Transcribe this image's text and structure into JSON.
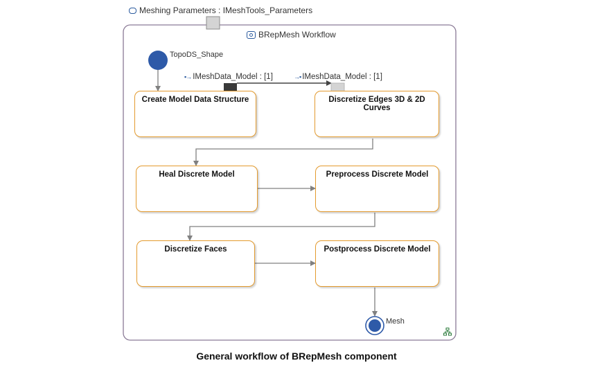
{
  "parameter": {
    "label": "Meshing Parameters : IMeshTools_Parameters",
    "icon": "parameter-node-icon"
  },
  "frame": {
    "title": "BRepMesh Workflow",
    "icon": "workflow-activity-icon",
    "corner_icon": "diagram-hierarchy-icon"
  },
  "start_node": {
    "label": "TopoDS_Shape"
  },
  "pins": {
    "output_label": "IMeshData_Model : [1]",
    "input_label": "IMeshData_Model : [1]",
    "output_icon": "output-pin-icon",
    "input_icon": "input-pin-icon"
  },
  "actions": {
    "create_model": "Create Model Data Structure",
    "discretize_edges": "Discretize Edges 3D & 2D Curves",
    "heal_model": "Heal Discrete Model",
    "preprocess_model": "Preprocess Discrete Model",
    "discretize_faces": "Discretize Faces",
    "postprocess_model": "Postprocess Discrete Model"
  },
  "end_node": {
    "label": "Mesh"
  },
  "caption": "General workflow of BRepMesh component",
  "colors": {
    "frame_border": "#8a7a96",
    "action_border": "#e39a2d",
    "node_fill": "#2e5aa8",
    "edge": "#808080",
    "pin_dark": "#3a3a3a",
    "pin_light": "#d4d4d4"
  }
}
